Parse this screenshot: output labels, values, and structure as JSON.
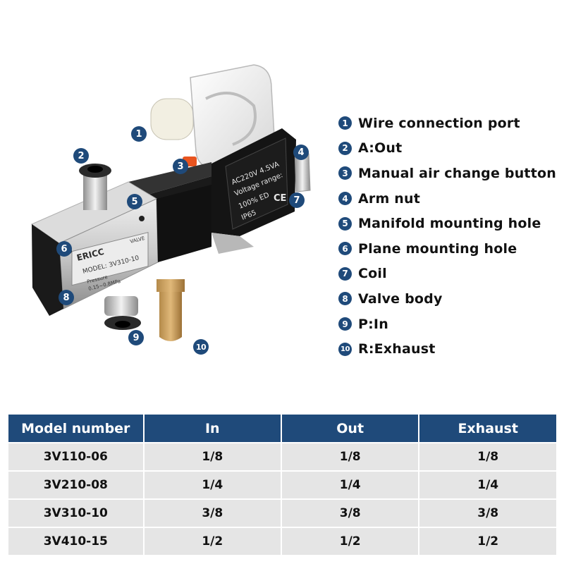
{
  "legend": [
    {
      "num": "1",
      "label": "Wire connection port"
    },
    {
      "num": "2",
      "label": "A:Out"
    },
    {
      "num": "3",
      "label": "Manual air change button"
    },
    {
      "num": "4",
      "label": "Arm nut"
    },
    {
      "num": "5",
      "label": "Manifold mounting hole"
    },
    {
      "num": "6",
      "label": "Plane mounting hole"
    },
    {
      "num": "7",
      "label": "Coil"
    },
    {
      "num": "8",
      "label": "Valve body"
    },
    {
      "num": "9",
      "label": "P:In"
    },
    {
      "num": "10",
      "label": "R:Exhaust"
    }
  ],
  "product_label": {
    "brand": "ERICC",
    "valve": "VALVE",
    "model": "MODEL: 3V310-10",
    "pressure": "Pressure",
    "pressure_range": "0.15~0.8MPa"
  },
  "coil_label": {
    "line1": "AC220V  4.5VA",
    "line2": "Voltage  range:",
    "line3": "100% ED",
    "line4": "IP65",
    "mark": "CE"
  },
  "table": {
    "headers": [
      "Model number",
      "In",
      "Out",
      "Exhaust"
    ],
    "rows": [
      [
        "3V110-06",
        "1/8",
        "1/8",
        "1/8"
      ],
      [
        "3V210-08",
        "1/4",
        "1/4",
        "1/4"
      ],
      [
        "3V310-10",
        "3/8",
        "3/8",
        "3/8"
      ],
      [
        "3V410-15",
        "1/2",
        "1/2",
        "1/2"
      ]
    ]
  },
  "colors": {
    "accent": "#1f4a7a",
    "row_bg": "#e5e5e5"
  }
}
